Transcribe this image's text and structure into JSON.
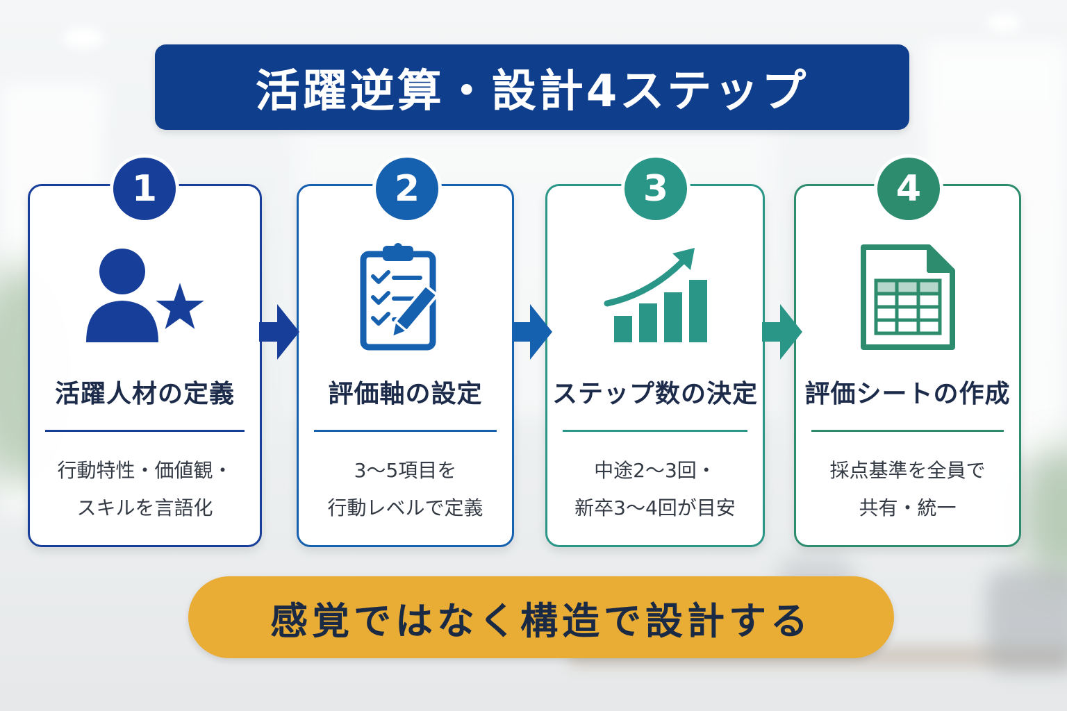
{
  "title": "活躍逆算・設計4ステップ",
  "colors": {
    "title_bg": "#0f3e8c",
    "step1": "#173f9a",
    "step2": "#1660b0",
    "step3": "#2a9688",
    "step4": "#2e8c6e",
    "footer_bg": "#e9ad35"
  },
  "steps": [
    {
      "number": "1",
      "icon": "person-star-icon",
      "title": "活躍人材の定義",
      "desc": [
        "行動特性・価値観・",
        "スキルを言語化"
      ]
    },
    {
      "number": "2",
      "icon": "clipboard-checklist-icon",
      "title": "評価軸の設定",
      "desc": [
        "3～5項目を",
        "行動レベルで定義"
      ]
    },
    {
      "number": "3",
      "icon": "growth-bar-chart-icon",
      "title": "ステップ数の決定",
      "desc": [
        "中途2～3回・",
        "新卒3～4回が目安"
      ]
    },
    {
      "number": "4",
      "icon": "spreadsheet-icon",
      "title": "評価シートの作成",
      "desc": [
        "採点基準を全員で",
        "共有・統一"
      ]
    }
  ],
  "footer": "感覚ではなく構造で設計する"
}
